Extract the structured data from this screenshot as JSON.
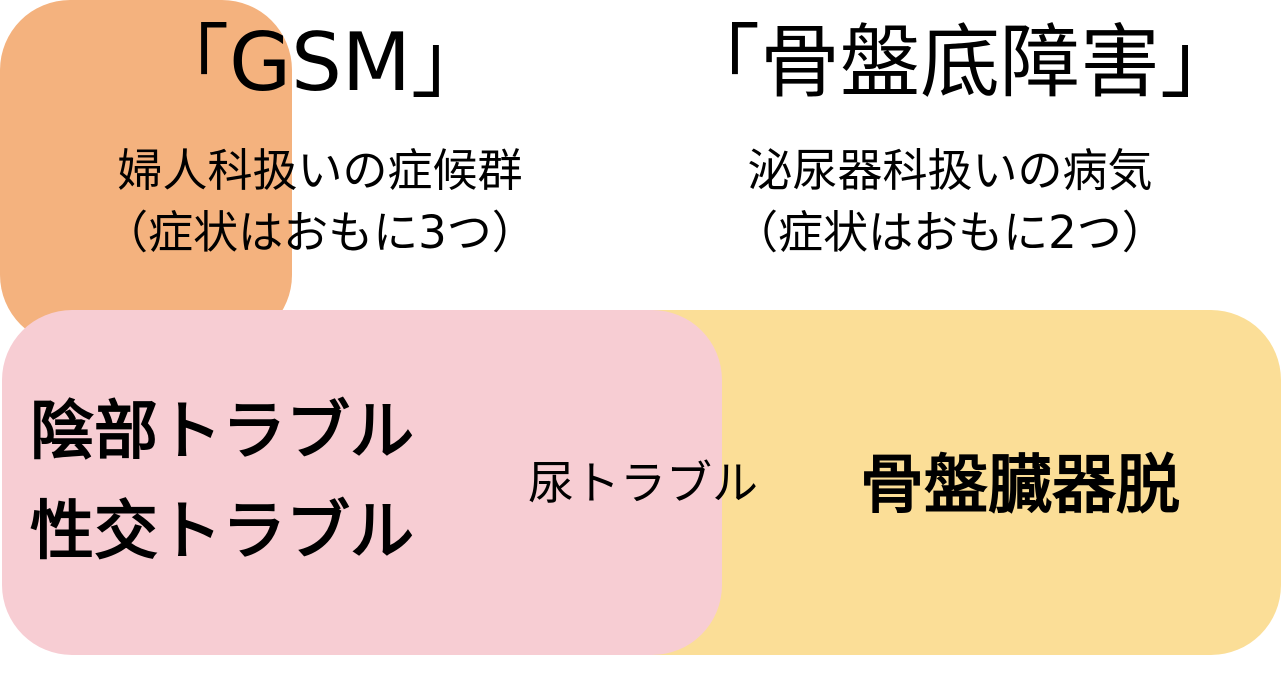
{
  "gsm": {
    "title": "「GSM」",
    "subtitle_line1": "婦人科扱いの症候群",
    "subtitle_line2": "（症状はおもに3つ）",
    "items": [
      "陰部トラブル",
      "性交トラブル"
    ],
    "color": "#f7cdd3"
  },
  "pelvic_floor": {
    "title": "「骨盤底障害」",
    "subtitle_line1": "泌尿器科扱いの病気",
    "subtitle_line2": "（症状はおもに2つ）",
    "items": [
      "骨盤臓器脱"
    ],
    "color": "#fbde97"
  },
  "overlap": {
    "label": "尿トラブル",
    "color": "#f4b27e"
  }
}
